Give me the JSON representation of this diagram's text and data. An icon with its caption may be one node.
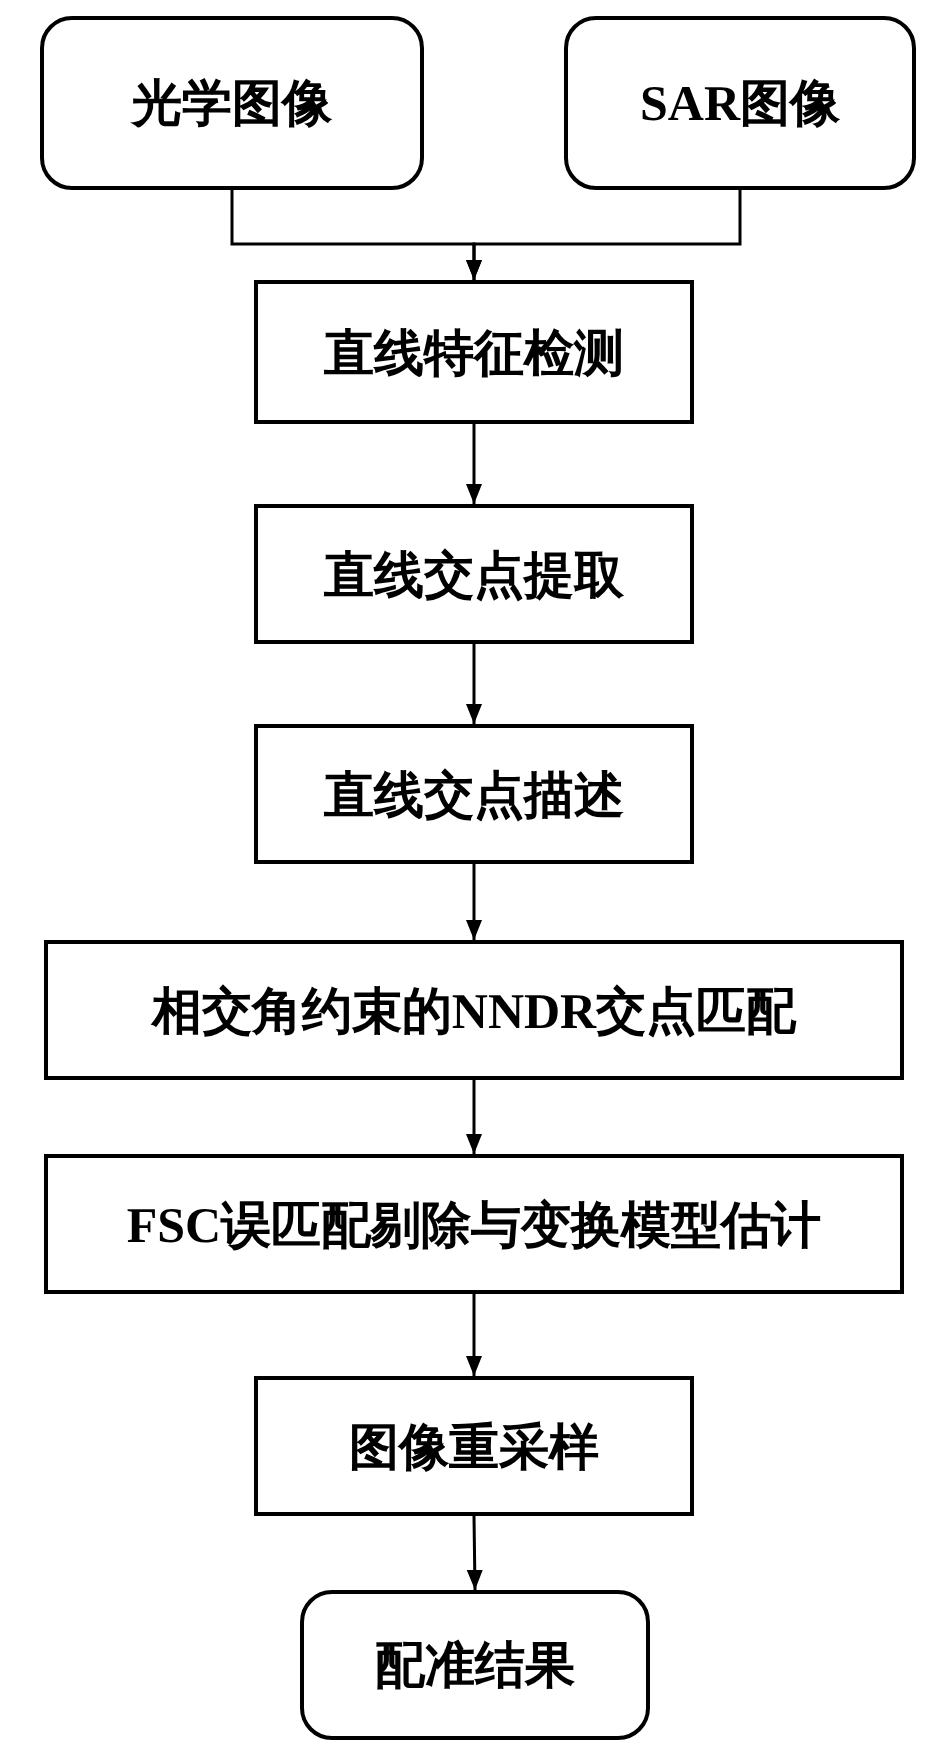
{
  "diagram": {
    "nodes": [
      {
        "text": [
          "光学图像"
        ]
      },
      {
        "text": [
          "SAR图像"
        ]
      },
      {
        "text": [
          "直线特征检测"
        ]
      },
      {
        "text": [
          "直线交点提取"
        ]
      },
      {
        "text": [
          "直线交点描述"
        ]
      },
      {
        "text": [
          "相交角约束的NNDR交点匹配"
        ]
      },
      {
        "text": [
          "FSC误匹配剔除与变换模型估计"
        ]
      },
      {
        "text": [
          "图像重采样"
        ]
      },
      {
        "text": [
          "配准结果"
        ]
      }
    ],
    "edges": [
      {
        "from": 0,
        "to": 2,
        "arrow": "to"
      },
      {
        "from": 1,
        "to": 2,
        "arrow": "to"
      },
      {
        "from": 2,
        "to": 3,
        "arrow": "to"
      },
      {
        "from": 3,
        "to": 4,
        "arrow": "to"
      },
      {
        "from": 4,
        "to": 5,
        "arrow": "to"
      },
      {
        "from": 5,
        "to": 6,
        "arrow": "to"
      },
      {
        "from": 6,
        "to": 7,
        "arrow": "to"
      },
      {
        "from": 7,
        "to": 8,
        "arrow": "to"
      }
    ]
  }
}
